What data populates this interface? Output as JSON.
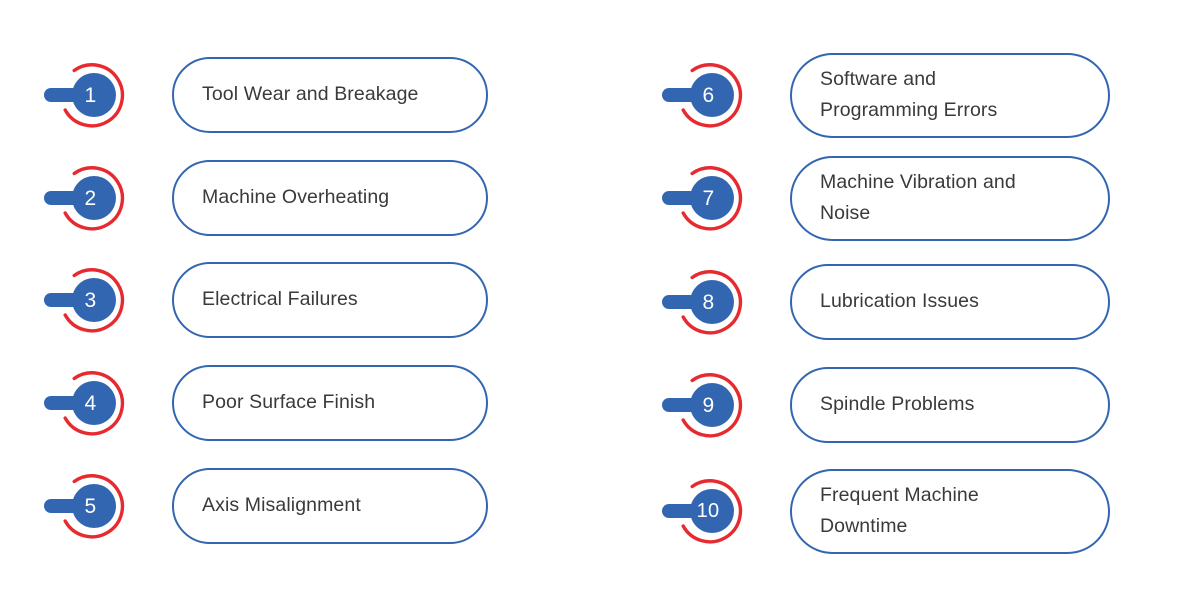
{
  "theme": {
    "badge_fill": "#3366b0",
    "badge_ring": "#e62a2f",
    "pill_border": "#3366b0",
    "pill_fill": "#ffffff",
    "text_color": "#3a3a3a",
    "number_color": "#ffffff",
    "background": "#ffffff"
  },
  "columns": [
    {
      "name": "left-column",
      "items": [
        {
          "number": "1",
          "label": "Tool Wear and Breakage",
          "lines": 1
        },
        {
          "number": "2",
          "label": "Machine Overheating",
          "lines": 1
        },
        {
          "number": "3",
          "label": "Electrical Failures",
          "lines": 1
        },
        {
          "number": "4",
          "label": "Poor Surface Finish",
          "lines": 1
        },
        {
          "number": "5",
          "label": "Axis Misalignment",
          "lines": 1
        }
      ]
    },
    {
      "name": "right-column",
      "items": [
        {
          "number": "6",
          "label": "Software and\nProgramming Errors",
          "lines": 2
        },
        {
          "number": "7",
          "label": "Machine Vibration and\nNoise",
          "lines": 2
        },
        {
          "number": "8",
          "label": "Lubrication Issues",
          "lines": 1
        },
        {
          "number": "9",
          "label": "Spindle Problems",
          "lines": 1
        },
        {
          "number": "10",
          "label": "Frequent Machine\nDowntime",
          "lines": 2
        }
      ]
    }
  ]
}
